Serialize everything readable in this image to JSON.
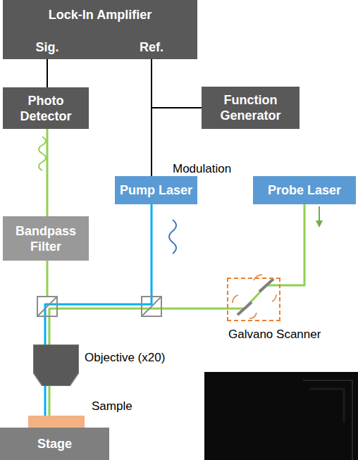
{
  "diagram": {
    "nodes": [
      {
        "text": [
          "Lock-In Amplifier",
          "Sig.",
          "Ref."
        ]
      },
      {
        "text": [
          "Photo Detector"
        ]
      },
      {
        "text": [
          "Function Generator"
        ]
      },
      {
        "text": [
          "Pump Laser"
        ]
      },
      {
        "text": [
          "Probe Laser"
        ]
      },
      {
        "text": [
          "Bandpass Filter"
        ]
      },
      {
        "text": [
          "Galvano Scanner"
        ]
      },
      {
        "text": [
          "Objective (x20)"
        ]
      },
      {
        "text": [
          "Sample"
        ]
      },
      {
        "text": [
          "Stage"
        ]
      }
    ],
    "edges": [
      {
        "from": 1,
        "to": 0,
        "arrow": "none"
      },
      {
        "from": 2,
        "to": 0,
        "arrow": "none"
      },
      {
        "from": 2,
        "to": 3,
        "arrow": "none"
      },
      {
        "from": 5,
        "to": 1,
        "arrow": "none"
      },
      {
        "from": 4,
        "to": 6,
        "arrow": "none"
      },
      {
        "from": 7,
        "to": 8,
        "arrow": "none"
      }
    ],
    "labels": [
      "Modulation"
    ]
  }
}
